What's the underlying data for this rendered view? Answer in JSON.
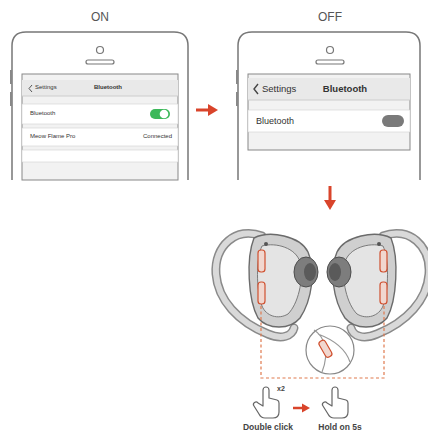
{
  "diagram": {
    "labels": [
      "ON",
      "OFF",
      "Settings",
      "Bluetooth",
      "Bluetooth",
      "Meow Flame Pro",
      "Connected",
      "Settings",
      "Bluetooth",
      "Bluetooth",
      "x2",
      "Double click",
      "Hold on 5s"
    ]
  }
}
